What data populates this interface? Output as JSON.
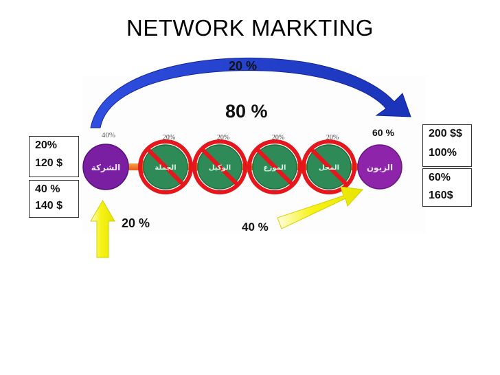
{
  "slide": {
    "title": "NETWORK MARKTING"
  },
  "arrows": {
    "top_arc_percent": "20 %",
    "middle_percent": "80 %",
    "customer_percent": "60 %",
    "bottom_left_percent": "20 %",
    "bottom_right_percent": "40 %"
  },
  "nodes": {
    "company": {
      "label": "الشركة",
      "share": "40%"
    },
    "intermediaries": [
      {
        "label": "الجملة",
        "share": "20%"
      },
      {
        "label": "الوكيل",
        "share": "20%"
      },
      {
        "label": "الموزع",
        "share": "20%"
      },
      {
        "label": "المحل",
        "share": "20%"
      }
    ],
    "customer": {
      "label": "الزبون"
    }
  },
  "left_boxes": [
    {
      "line1": "20%",
      "line2": "120 $"
    },
    {
      "line1": "40 %",
      "line2": "140 $"
    }
  ],
  "right_boxes": [
    {
      "line1": "200 $$",
      "line2": "100%"
    },
    {
      "line1": "60%",
      "line2": "160$"
    }
  ],
  "colors": {
    "company_circle": "#7b1fa2",
    "intermediary_circle": "#2e8b57",
    "customer_circle": "#8e24aa",
    "prohibited": "#e5161c",
    "chain_arrow": "#f26b1d",
    "top_arc": "#1f3fd1",
    "highlight_arrow": "#f5f500"
  }
}
